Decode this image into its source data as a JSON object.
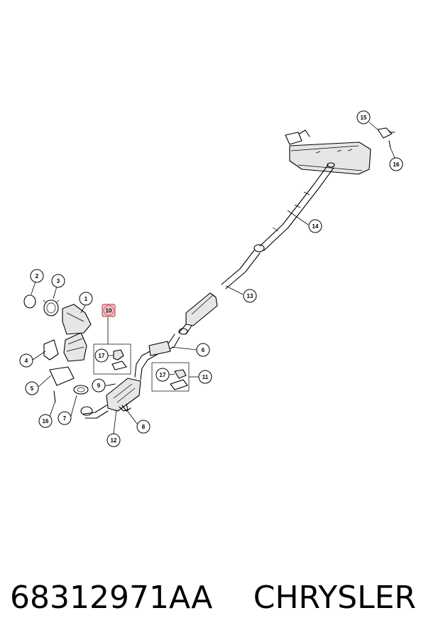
{
  "callouts": {
    "c1": "1",
    "c2": "2",
    "c3": "3",
    "c4": "4",
    "c5": "5",
    "c6": "6",
    "c7": "7",
    "c8": "8",
    "c9": "9",
    "c10": "10",
    "c11": "11",
    "c12": "12",
    "c13": "13",
    "c14": "14",
    "c15": "15",
    "c16a": "16",
    "c16b": "16",
    "c17a": "17",
    "c17b": "17"
  },
  "colors": {
    "highlight_fill": "#f4c7cd",
    "highlight_stroke": "#c0505f"
  },
  "footer": {
    "part_number": "68312971AA",
    "brand": "CHRYSLER"
  }
}
